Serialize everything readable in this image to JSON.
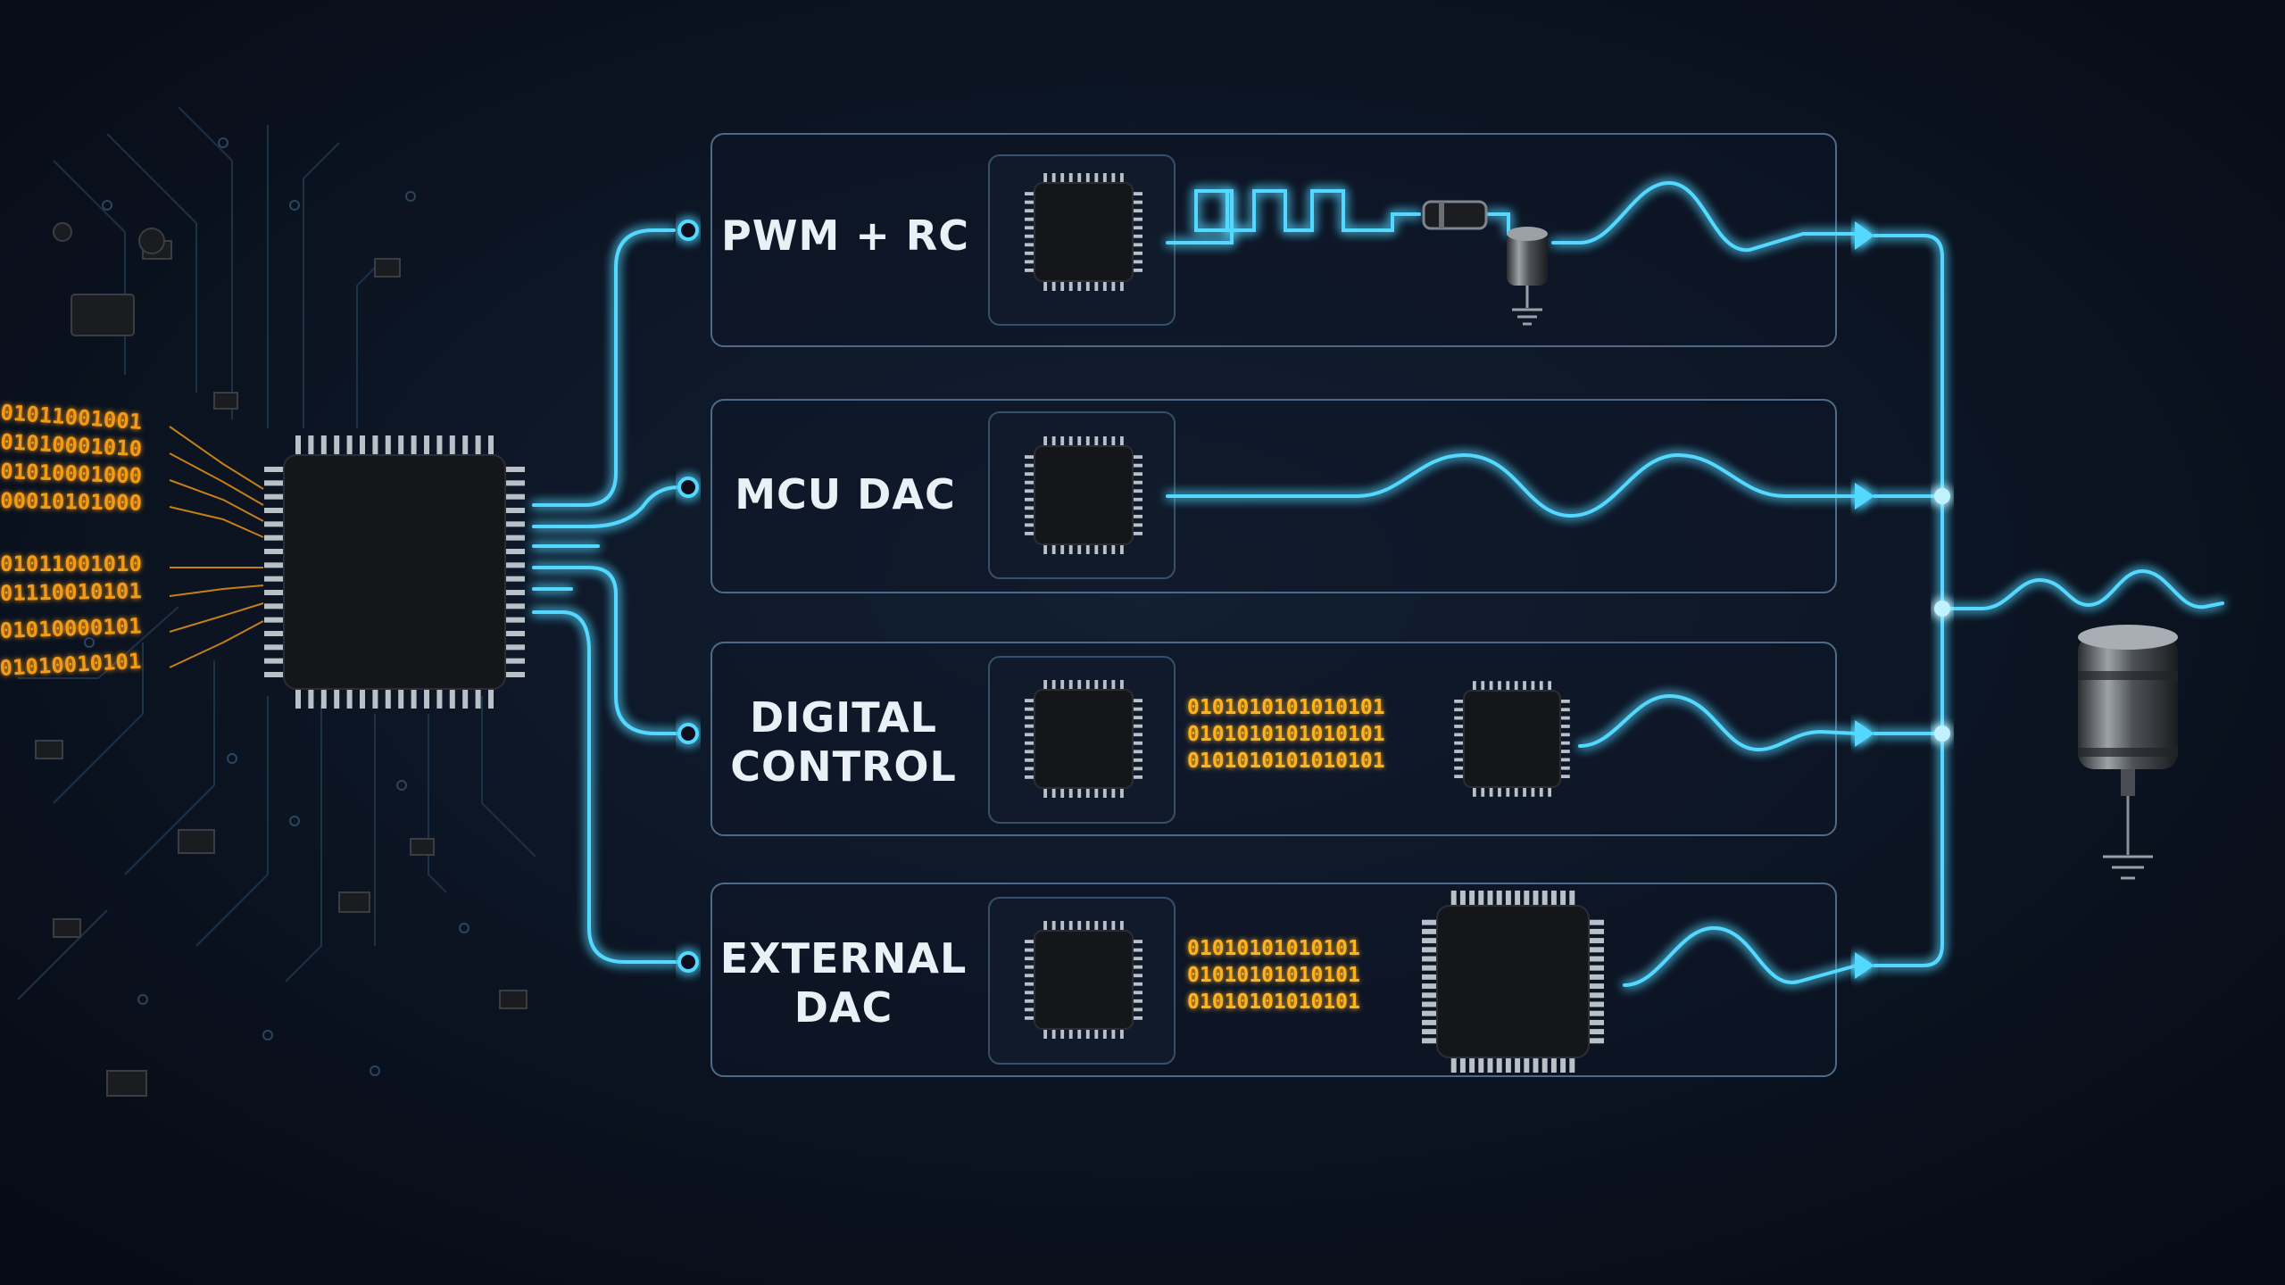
{
  "diagram": {
    "methods": [
      {
        "id": "pwm-rc",
        "label_lines": [
          "PWM + RC"
        ]
      },
      {
        "id": "mcu-dac",
        "label_lines": [
          "MCU DAC"
        ]
      },
      {
        "id": "digital-control",
        "label_lines": [
          "DIGITAL",
          "CONTROL"
        ]
      },
      {
        "id": "external-dac",
        "label_lines": [
          "EXTERNAL",
          "DAC"
        ]
      }
    ],
    "input_bitstreams": [
      "01011001001",
      "01010001010",
      "01010001000",
      "00010101000",
      "01011001010",
      "01110010101",
      "01010000101",
      "01010010101"
    ],
    "digital_control_bits": [
      "0101010101010101",
      "0101010101010101",
      "0101010101010101"
    ],
    "external_dac_bits": [
      "01010101010101",
      "01010101010101",
      "01010101010101"
    ]
  },
  "colors": {
    "background": "#0a0f1c",
    "signal": "#55d8ff",
    "bits": "#ffb21e",
    "panel_border": "#4d6b87",
    "chip": "#151619"
  },
  "icons": [
    "microcontroller-chip",
    "resistor",
    "capacitor",
    "ground-symbol",
    "speaker-load",
    "square-wave",
    "sine-wave",
    "arrow-right"
  ]
}
